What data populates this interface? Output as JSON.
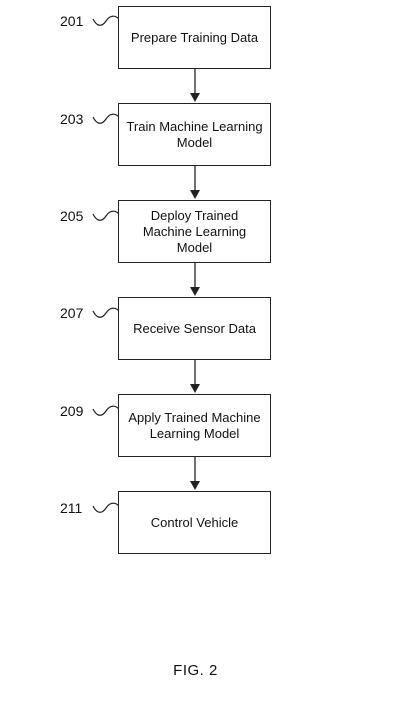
{
  "steps": [
    {
      "ref": "201",
      "label": "Prepare Training Data"
    },
    {
      "ref": "203",
      "label": "Train Machine Learning Model"
    },
    {
      "ref": "205",
      "label": "Deploy Trained Machine Learning Model"
    },
    {
      "ref": "207",
      "label": "Receive Sensor Data"
    },
    {
      "ref": "209",
      "label": "Apply Trained Machine Learning Model"
    },
    {
      "ref": "211",
      "label": "Control Vehicle"
    }
  ],
  "figure_caption": "FIG. 2"
}
